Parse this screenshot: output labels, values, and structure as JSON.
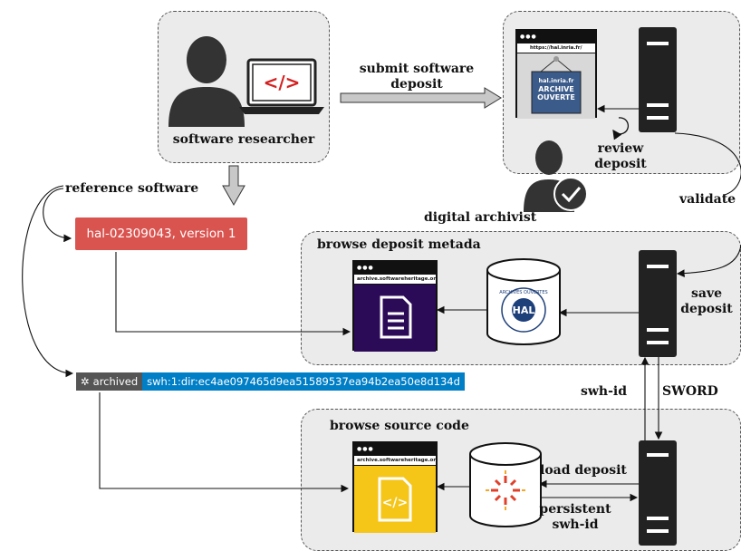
{
  "labels": {
    "software_researcher": "software researcher",
    "submit_deposit": "submit software\ndeposit",
    "review_deposit": "review\ndeposit",
    "digital_archivist": "digital archivist",
    "validate": "validate",
    "reference_software": "reference software",
    "browse_metadata": "browse deposit metada",
    "save_deposit": "save\ndeposit",
    "swh_id": "swh-id",
    "sword": "SWORD",
    "browse_source": "browse source code",
    "load_deposit": "load deposit",
    "persistent_swh_id": "persistent\nswh-id"
  },
  "hal_badge": "hal-02309043, version 1",
  "swh_badge": {
    "left": "archived",
    "right": "swh:1:dir:ec4ae097465d9ea51589537ea94b2ea50e8d134d"
  },
  "hal_browser": {
    "url": "https://hal.inria.fr/",
    "sign_lines": [
      "hal.inria.fr",
      "ARCHIVE",
      "OUVERTE"
    ]
  },
  "metadata_browser_url": "archive.softwareheritage.org",
  "source_browser_url": "archive.softwareheritage.org",
  "code_icon_text": "</>",
  "hal_logo_text": "HAL",
  "hal_ring_text": "ARCHIVES OUVERTES",
  "colors": {
    "hal_red": "#d9534f",
    "swh_blue": "#007ec6",
    "swh_gray": "#555555",
    "metadata_purple": "#2b0a57",
    "source_yellow": "#f5c518",
    "laptop_red": "#d42020"
  }
}
